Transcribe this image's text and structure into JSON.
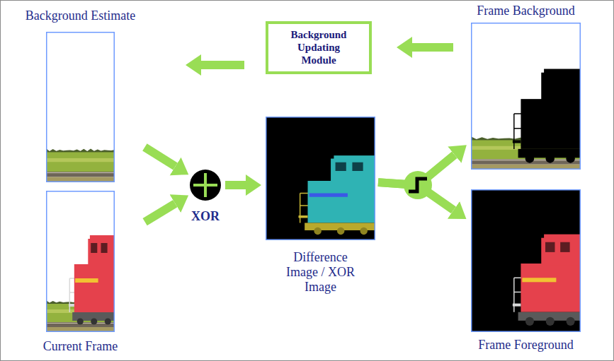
{
  "diagram": {
    "nodes": [
      {
        "text": [
          "Background Estimate"
        ]
      },
      {
        "text": [
          "Background Updating Module"
        ]
      },
      {
        "text": [
          "Frame Background"
        ]
      },
      {
        "text": [
          "XOR"
        ]
      },
      {
        "text": [
          "Difference Image / XOR Image"
        ]
      },
      {
        "text": [
          "Current Frame"
        ]
      },
      {
        "text": [
          "Frame Foreground"
        ]
      }
    ],
    "edges": [
      {
        "from": 0,
        "to": 3,
        "arrow": "to"
      },
      {
        "from": 5,
        "to": 3,
        "arrow": "to"
      },
      {
        "from": 3,
        "to": 4,
        "arrow": "to"
      },
      {
        "from": 4,
        "to": 2,
        "arrow": "to"
      },
      {
        "from": 4,
        "to": 6,
        "arrow": "to"
      },
      {
        "from": 2,
        "to": 1,
        "arrow": "to"
      },
      {
        "from": 1,
        "to": 0,
        "arrow": "to"
      }
    ]
  }
}
